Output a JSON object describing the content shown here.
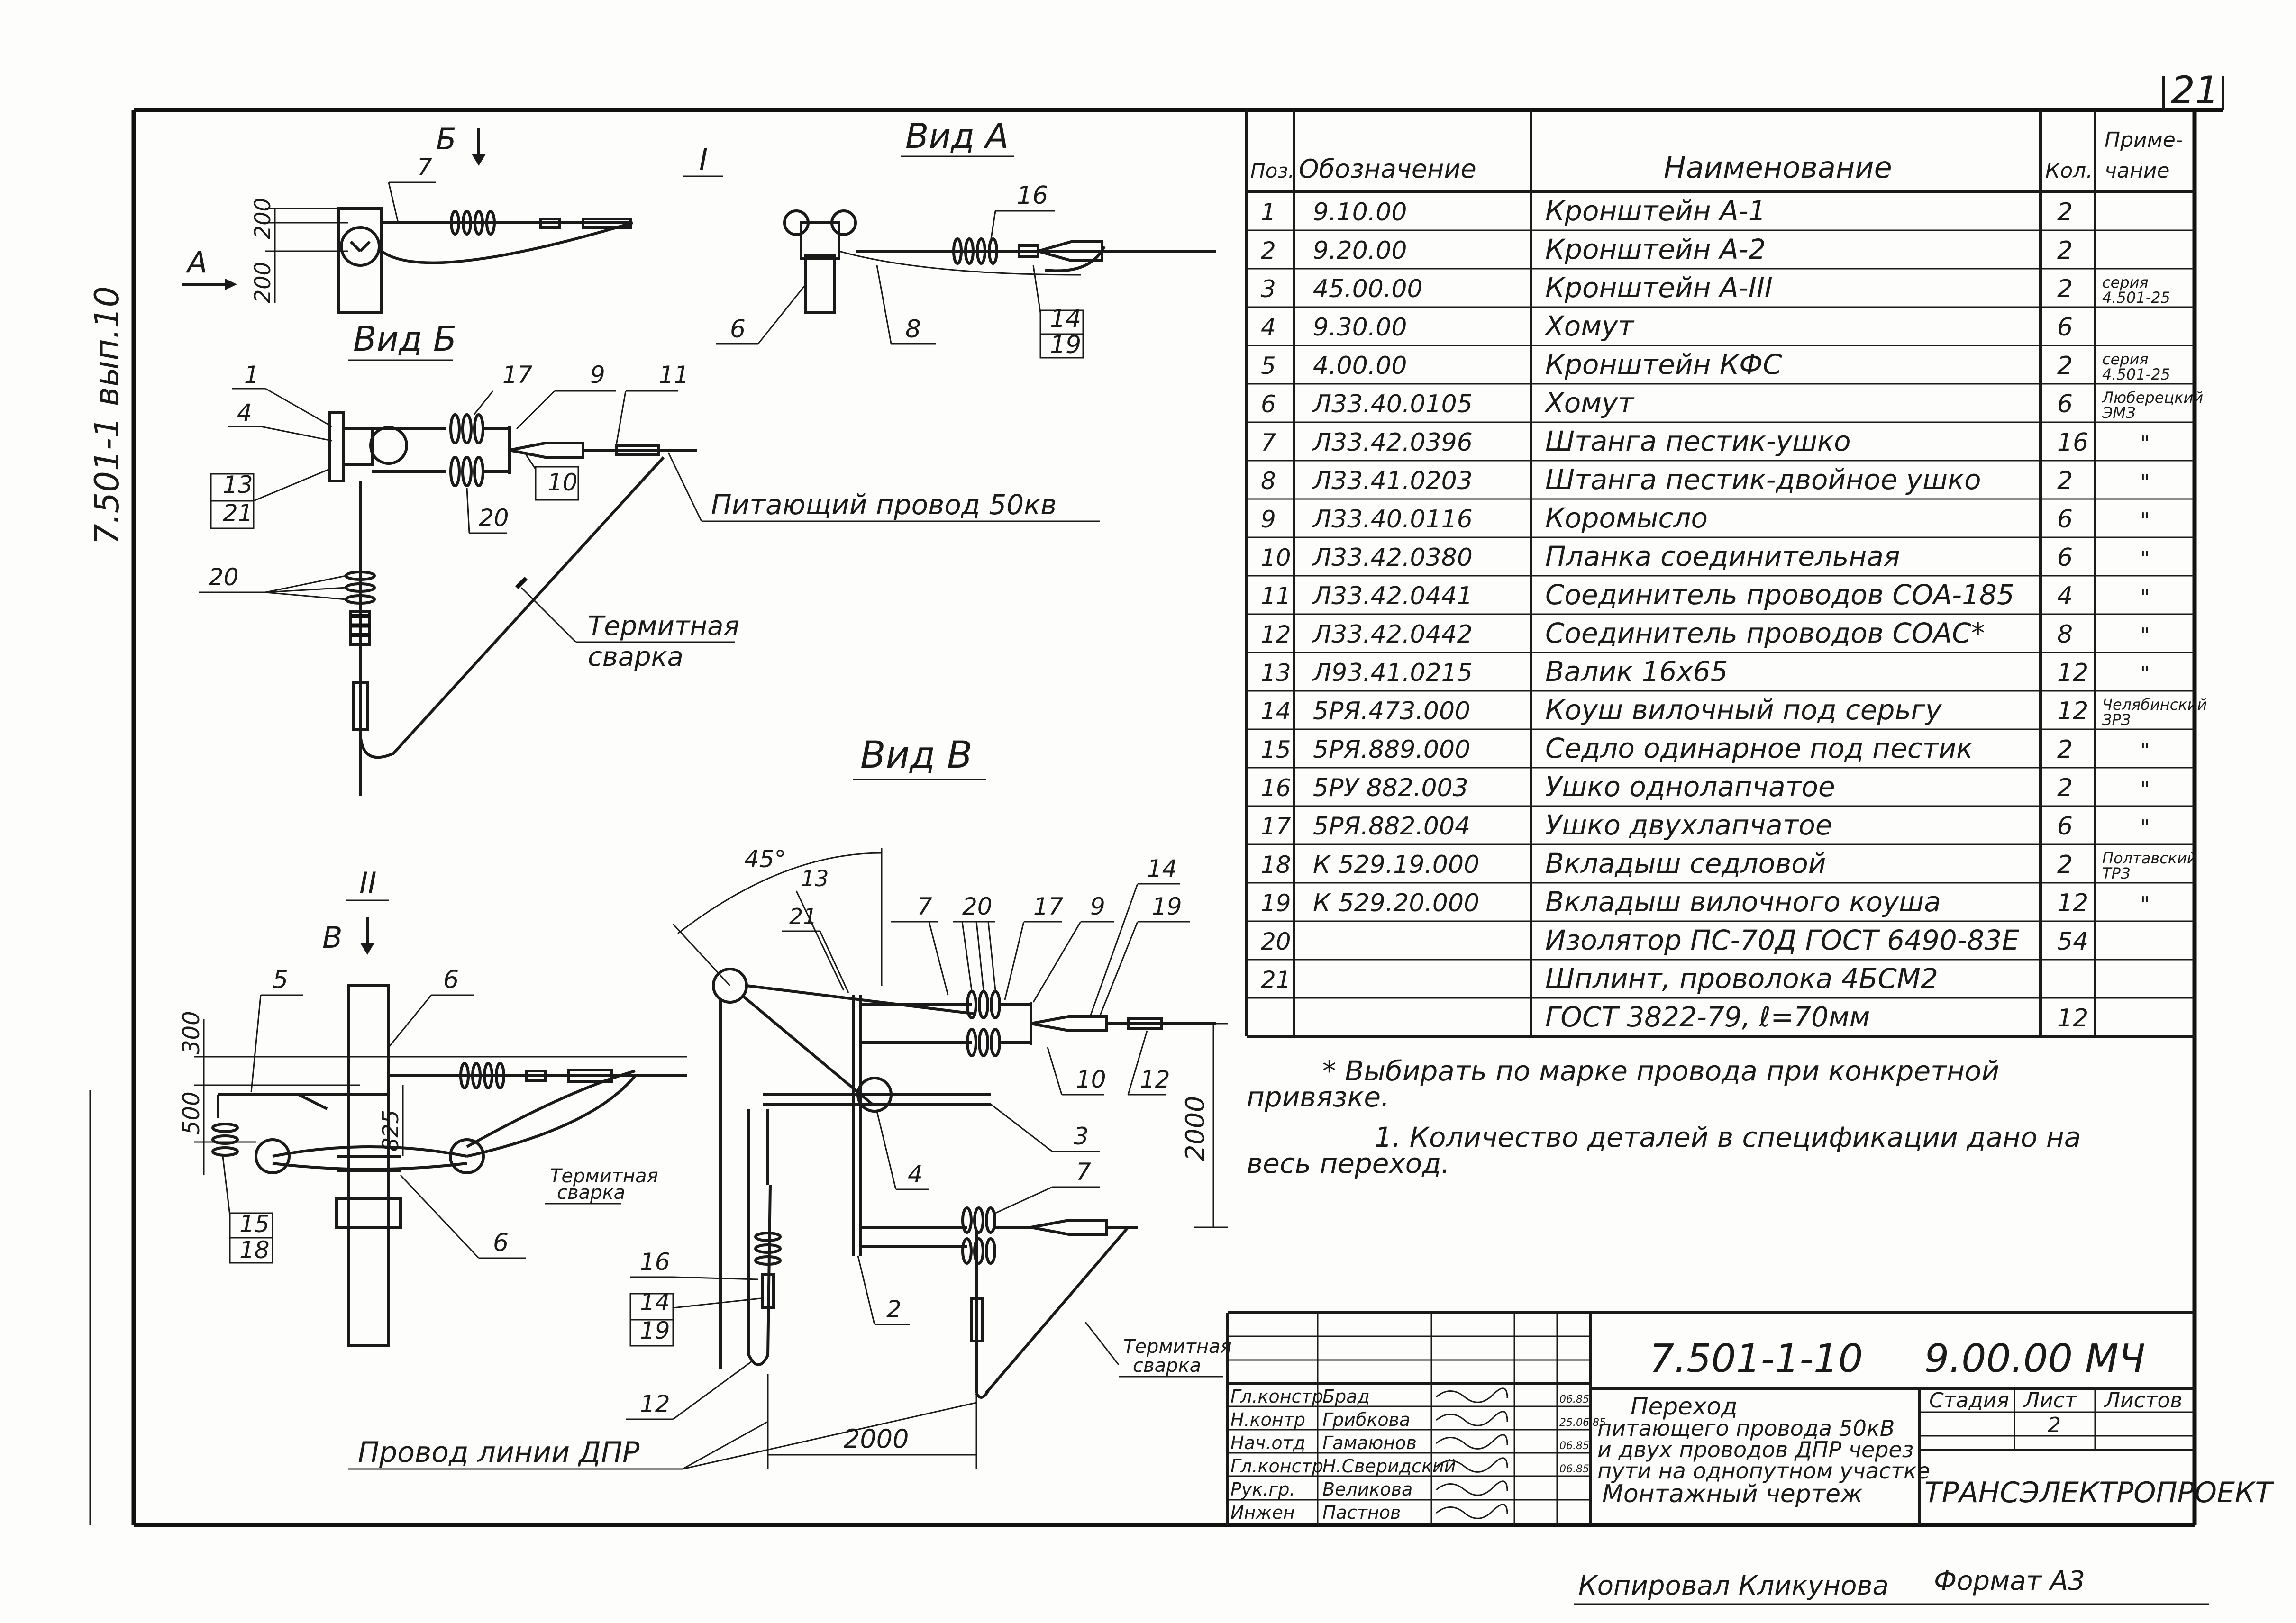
{
  "sheet": {
    "page_number": "21",
    "side_code": "7.501-1 вып.10",
    "format": "Формат А3",
    "copied_by": "Копировал Кликунова"
  },
  "views": {
    "view_a": "Вид А",
    "view_b": "Вид Б",
    "view_v": "Вид В",
    "section_I": "I",
    "section_II": "II",
    "arrow_b": "Б",
    "arrow_a": "А",
    "arrow_v": "В"
  },
  "dims": {
    "d200a": "200",
    "d200b": "200",
    "d300": "300",
    "d500": "500",
    "d825": "825",
    "d2000v": "2000",
    "d2000h": "2000",
    "d45": "45°"
  },
  "labels": {
    "feed_wire": "Питающий провод 50кв",
    "thermite1": "Термитная",
    "thermite1b": "сварка",
    "thermite2": "Термитная",
    "thermite2b": "сварка",
    "thermite3": "Термитная",
    "thermite3b": "сварка",
    "dpr_line": "Провод линии ДПР"
  },
  "callouts": [
    "1",
    "4",
    "13",
    "21",
    "17",
    "9",
    "11",
    "10",
    "20",
    "20",
    "7",
    "6",
    "8",
    "16",
    "14",
    "19",
    "5",
    "6",
    "15",
    "18",
    "6",
    "16",
    "14",
    "19",
    "12",
    "13",
    "21",
    "7",
    "20",
    "17",
    "9",
    "14",
    "19",
    "10",
    "12",
    "3",
    "4",
    "7",
    "2"
  ],
  "spec": {
    "headers": {
      "pos": "Поз.",
      "designation": "Обозначение",
      "name": "Наименование",
      "qty": "Кол.",
      "note": "Примечание"
    },
    "rows": [
      {
        "pos": "1",
        "des": "9.10.00",
        "name": "Кронштейн А-1",
        "qty": "2",
        "note": ""
      },
      {
        "pos": "2",
        "des": "9.20.00",
        "name": "Кронштейн А-2",
        "qty": "2",
        "note": ""
      },
      {
        "pos": "3",
        "des": "45.00.00",
        "name": "Кронштейн А-III",
        "qty": "2",
        "note": "серия 4.501-25"
      },
      {
        "pos": "4",
        "des": "9.30.00",
        "name": "Хомут",
        "qty": "6",
        "note": ""
      },
      {
        "pos": "5",
        "des": "4.00.00",
        "name": "Кронштейн КФС",
        "qty": "2",
        "note": "серия 4.501-25"
      },
      {
        "pos": "6",
        "des": "Л33.40.0105",
        "name": "Хомут",
        "qty": "6",
        "note": "Люберецкий ЭМЗ"
      },
      {
        "pos": "7",
        "des": "Л33.42.0396",
        "name": "Штанга пестик-ушко",
        "qty": "16",
        "note": "\""
      },
      {
        "pos": "8",
        "des": "Л33.41.0203",
        "name": "Штанга пестик-двойное ушко",
        "qty": "2",
        "note": "\""
      },
      {
        "pos": "9",
        "des": "Л33.40.0116",
        "name": "Коромысло",
        "qty": "6",
        "note": "\""
      },
      {
        "pos": "10",
        "des": "Л33.42.0380",
        "name": "Планка соединительная",
        "qty": "6",
        "note": "\""
      },
      {
        "pos": "11",
        "des": "Л33.42.0441",
        "name": "Соединитель проводов СОА-185",
        "qty": "4",
        "note": "\""
      },
      {
        "pos": "12",
        "des": "Л33.42.0442",
        "name": "Соединитель проводов СОАС*",
        "qty": "8",
        "note": "\""
      },
      {
        "pos": "13",
        "des": "Л93.41.0215",
        "name": "Валик 16х65",
        "qty": "12",
        "note": "\""
      },
      {
        "pos": "14",
        "des": "5РЯ.473.000",
        "name": "Коуш вилочный под серьгу",
        "qty": "12",
        "note": "Челябинский ЗРЗ"
      },
      {
        "pos": "15",
        "des": "5РЯ.889.000",
        "name": "Седло одинарное под пестик",
        "qty": "2",
        "note": "\""
      },
      {
        "pos": "16",
        "des": "5РУ 882.003",
        "name": "Ушко однолапчатое",
        "qty": "2",
        "note": "\""
      },
      {
        "pos": "17",
        "des": "5РЯ.882.004",
        "name": "Ушко двухлапчатое",
        "qty": "6",
        "note": "\""
      },
      {
        "pos": "18",
        "des": "К 529.19.000",
        "name": "Вкладыш седловой",
        "qty": "2",
        "note": "Полтавский ТРЗ"
      },
      {
        "pos": "19",
        "des": "К 529.20.000",
        "name": "Вкладыш вилочного коуша",
        "qty": "12",
        "note": "\""
      },
      {
        "pos": "20",
        "des": "",
        "name": "Изолятор ПС-70Д ГОСТ 6490-83Е",
        "qty": "54",
        "note": ""
      },
      {
        "pos": "21",
        "des": "",
        "name": "Шплинт, проволока 4БСМ2",
        "qty": "",
        "note": ""
      },
      {
        "pos": "",
        "des": "",
        "name": "ГОСТ 3822-79, ℓ=70мм",
        "qty": "12",
        "note": ""
      }
    ]
  },
  "notes": {
    "star": "* Выбирать по марке провода при конкретной",
    "star2": "привязке.",
    "n1": "1. Количество деталей в спецификации дано на",
    "n1b": "весь переход."
  },
  "title_block": {
    "doc_no": "7.501-1-10",
    "code": "9.00.00 МЧ",
    "title": [
      "Переход",
      "питающего провода 50кВ",
      "и двух проводов ДПР через",
      "пути на однопутном участке",
      "Монтажный чертеж"
    ],
    "stage": "Стадия",
    "sheet": "Лист",
    "sheets": "Листов",
    "sheet_no": "2",
    "org": "ТРАНСЭЛЕКТРОПРОЕКТ",
    "people": [
      {
        "role": "Гл.констр",
        "name": "Брад",
        "date": "06.85"
      },
      {
        "role": "Н.контр",
        "name": "Грибкова",
        "date": "25.06.85"
      },
      {
        "role": "Нач.отд",
        "name": "Гамаюнов",
        "date": "06.85"
      },
      {
        "role": "Гл.констр",
        "name": "Н.Сверидский",
        "date": "06.85"
      },
      {
        "role": "Рук.гр.",
        "name": "Великова",
        "date": ""
      },
      {
        "role": "Инжен",
        "name": "Пастнов",
        "date": ""
      }
    ]
  }
}
